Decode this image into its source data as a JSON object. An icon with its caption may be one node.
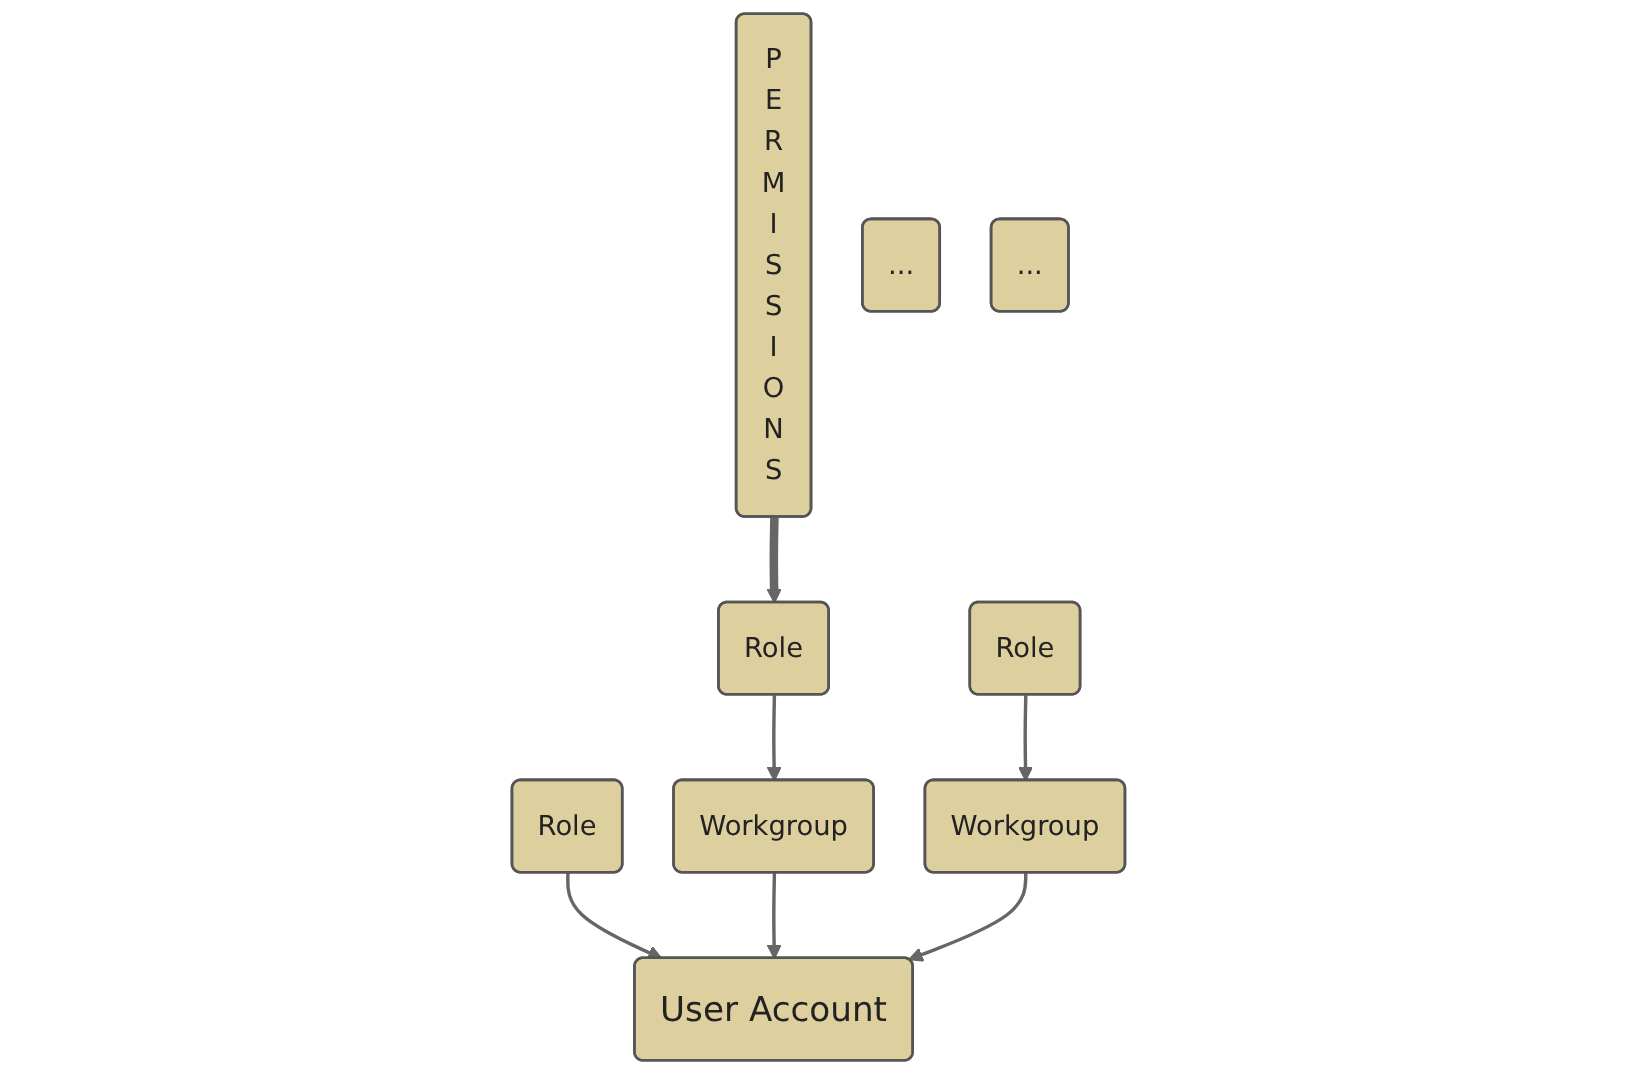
{
  "diagram": {
    "nodes": [
      {
        "text": [
          "P E R M I S S I O N S"
        ]
      },
      {
        "text": [
          "Role"
        ]
      },
      {
        "text": [
          "Role"
        ]
      },
      {
        "text": [
          "..."
        ]
      },
      {
        "text": [
          "Role"
        ]
      },
      {
        "text": [
          "Workgroup"
        ]
      },
      {
        "text": [
          "..."
        ]
      },
      {
        "text": [
          "Workgroup"
        ]
      },
      {
        "text": [
          "User Account"
        ]
      }
    ],
    "edges": [
      {
        "from": 0,
        "to": 1,
        "arrow": "to",
        "style": "thick"
      },
      {
        "from": 1,
        "to": 5,
        "arrow": "to"
      },
      {
        "from": 2,
        "to": 8,
        "arrow": "to"
      },
      {
        "from": 4,
        "to": 7,
        "arrow": "to"
      },
      {
        "from": 5,
        "to": 8,
        "arrow": "to"
      },
      {
        "from": 7,
        "to": 8,
        "arrow": "to"
      }
    ]
  }
}
